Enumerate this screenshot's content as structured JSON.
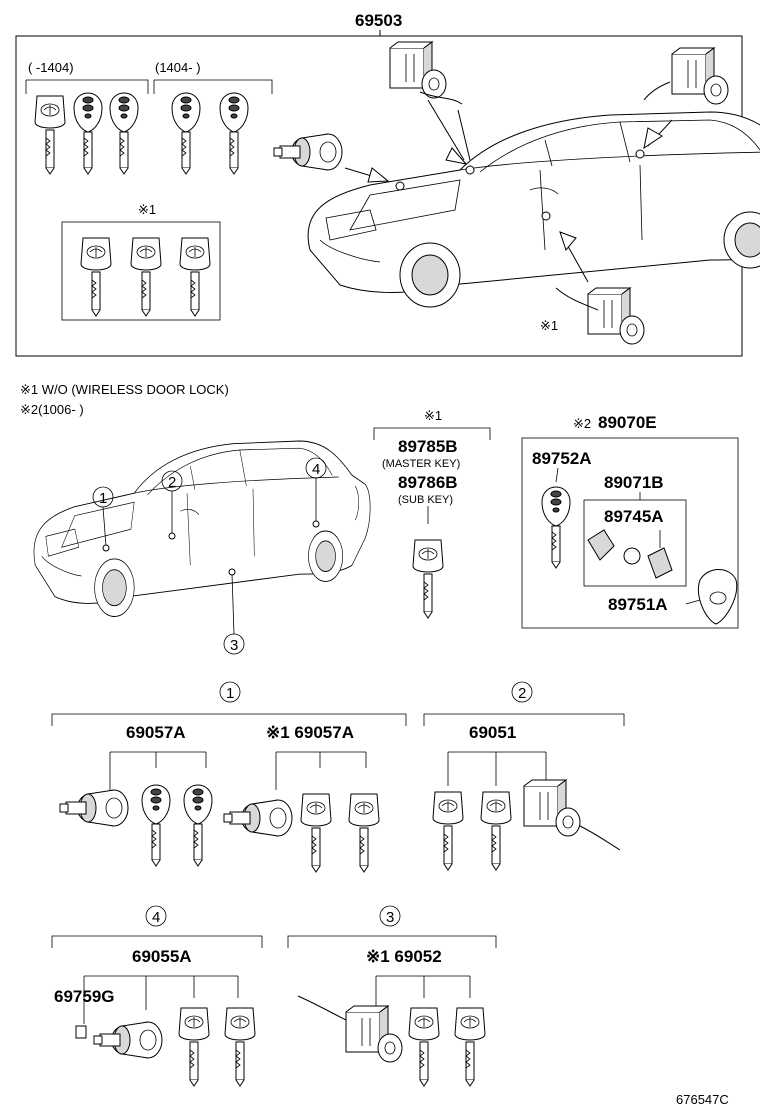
{
  "labels": {
    "top_assembly": "69503",
    "range_a": "(     -1404)",
    "range_b": "(1404-      )",
    "note1_mark": "※1",
    "note1": "※1  W/O (WIRELESS DOOR LOCK)",
    "note2": "※2(1006-        )",
    "top_callout": "※1",
    "key_note": "※1",
    "master_key_no": "89785B",
    "master_key": "(MASTER KEY)",
    "sub_key_no": "89786B",
    "sub_key": "(SUB KEY)",
    "kit_mark": "※2",
    "kit_no": "89070E",
    "p89752": "89752A",
    "p89071": "89071B",
    "p89745": "89745A",
    "p89751": "89751A",
    "c1": "1",
    "c2": "2",
    "c3": "3",
    "c4": "4",
    "g1a": "69057A",
    "g1b": "※1 69057A",
    "g2": "69051",
    "g4": "69055A",
    "g4b": "69759G",
    "g3": "※1 69052",
    "footer": "676547C"
  }
}
